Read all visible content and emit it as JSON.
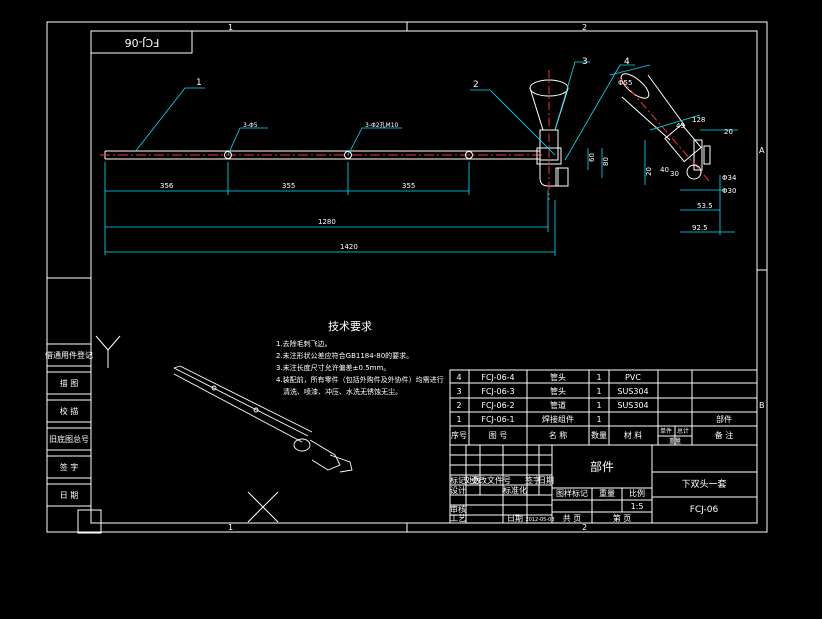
{
  "drawing": {
    "code_box": "FCJ-06",
    "zone_labels": {
      "top_1": "1",
      "top_2": "2",
      "bottom_1": "1",
      "bottom_2": "2",
      "right_a": "A",
      "right_b": "B"
    },
    "callouts": [
      "1",
      "2",
      "3",
      "4"
    ],
    "hole_notes": [
      "3-Φ5",
      "3-Φ2孔M10"
    ],
    "dimensions": {
      "seg1": "356",
      "seg2": "355",
      "seg3": "355",
      "total1": "1280",
      "total2": "1420",
      "height1": "60",
      "height2": "80"
    },
    "detail_dims": {
      "d_top": "Φ55",
      "r128": "128",
      "d20a": "20",
      "a45": "45",
      "d20b": "20",
      "d30a": "30",
      "phi34": "Φ34",
      "phi30": "Φ30",
      "d40": "40",
      "d53": "53.5",
      "d92": "92.5"
    }
  },
  "tech_requirements": {
    "title": "技术要求",
    "lines": [
      "1.去除毛刺飞边。",
      "2.未注形状公差应符合GB1184-80的要求。",
      "3.未注长度尺寸允许偏差±0.5mm。",
      "4.装配前，所有零件（包括外购件及外协件）均需进行",
      "　清洗、喷漆、冲压、水洗无锈蚀无尘。"
    ]
  },
  "left_strip": [
    "借通用件登记",
    "描 图",
    "校 描",
    "旧底图总号",
    "签 字",
    "日 期"
  ],
  "bom": {
    "rows": [
      {
        "no": "4",
        "code": "FCJ-06-4",
        "name": "管头",
        "qty": "1",
        "material": "PVC"
      },
      {
        "no": "3",
        "code": "FCJ-06-3",
        "name": "管头",
        "qty": "1",
        "material": "SUS304"
      },
      {
        "no": "2",
        "code": "FCJ-06-2",
        "name": "管道",
        "qty": "1",
        "material": "SUS304"
      },
      {
        "no": "1",
        "code": "FCJ-06-1",
        "name": "焊接组件",
        "qty": "1",
        "material": ""
      }
    ],
    "header": {
      "no": "序号",
      "code": "图 号",
      "name": "名 称",
      "qty": "数量",
      "material": "材 料",
      "single": "单件",
      "total": "总计",
      "weight": "重量",
      "note": "备 注"
    },
    "parts_label": "部件",
    "title_block": {
      "assembly": "部件",
      "product": "下双头一套",
      "drawing_no": "FCJ-06",
      "marks": [
        "标记",
        "处数",
        "更改文件号",
        "签字",
        "日期"
      ],
      "design": "设计",
      "std": "标准化",
      "review": "审核",
      "craft": "工艺",
      "date_label": "日期",
      "date_val": "2012-05-08",
      "stage": "图样标记",
      "weight": "重量",
      "scale": "比例",
      "scale_val": "1:5",
      "total_sheets": "共 页",
      "sheet": "第 页"
    }
  }
}
